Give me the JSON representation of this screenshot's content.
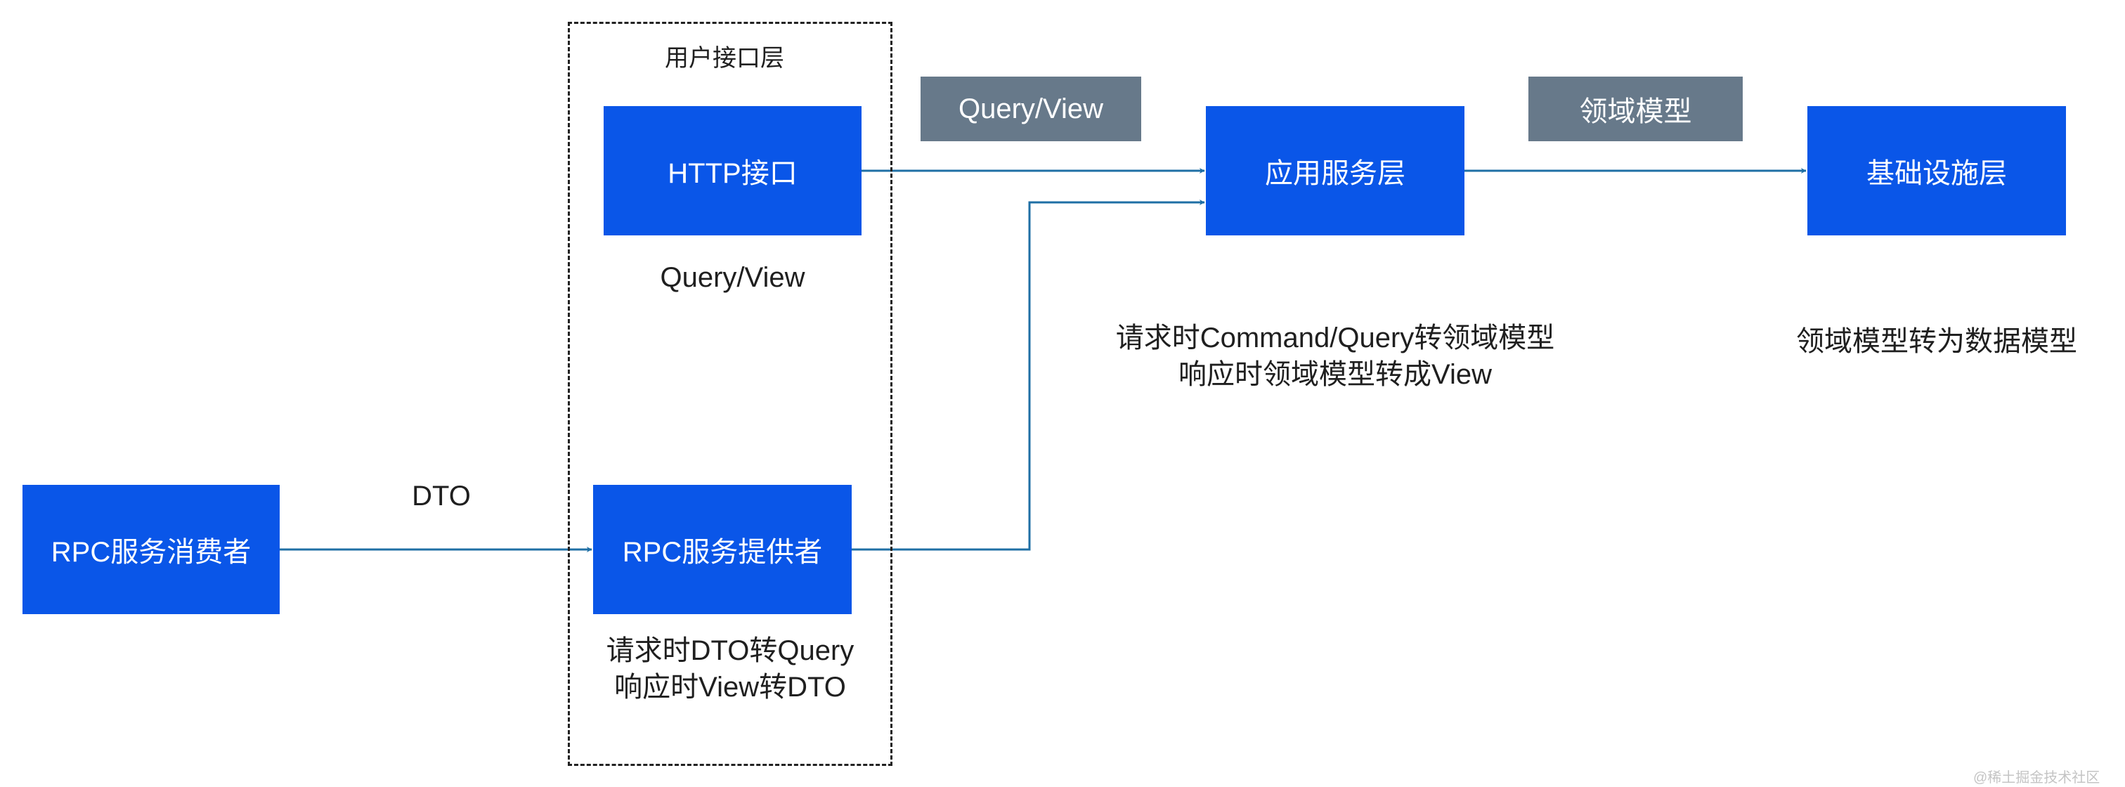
{
  "group": {
    "title": "用户接口层"
  },
  "nodes": {
    "http_interface": "HTTP接口",
    "rpc_consumer": "RPC服务消费者",
    "rpc_provider": "RPC服务提供者",
    "app_service": "应用服务层",
    "infrastructure": "基础设施层"
  },
  "tags": {
    "query_view": "Query/View",
    "domain_model": "领域模型"
  },
  "labels": {
    "http_query_view": "Query/View",
    "dto": "DTO",
    "provider_note_line1": "请求时DTO转Query",
    "provider_note_line2": "响应时View转DTO",
    "app_note_line1": "请求时Command/Query转领域模型",
    "app_note_line2": "响应时领域模型转成View",
    "infra_note": "领域模型转为数据模型"
  },
  "watermark": "@稀土掘金技术社区",
  "colors": {
    "node": "#0a56e8",
    "tag": "#67798a",
    "arrow": "#1f6fa5"
  }
}
